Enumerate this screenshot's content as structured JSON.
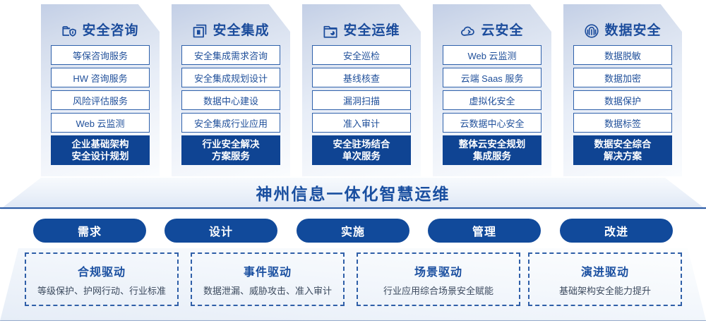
{
  "pillars": [
    {
      "icon": "folder-shield-icon",
      "title": "安全咨询",
      "items": [
        "等保咨询服务",
        "HW 咨询服务",
        "风险评估服务",
        "Web 云监测"
      ],
      "highlight_line1": "企业基础架构",
      "highlight_line2": "安全设计规划"
    },
    {
      "icon": "document-stack-icon",
      "title": "安全集成",
      "items": [
        "安全集成需求咨询",
        "安全集成规划设计",
        "数据中心建设",
        "安全集成行业应用"
      ],
      "highlight_line1": "行业安全解决",
      "highlight_line2": "方案服务"
    },
    {
      "icon": "folder-chart-icon",
      "title": "安全运维",
      "items": [
        "安全巡检",
        "基线核查",
        "漏洞扫描",
        "准入审计"
      ],
      "highlight_line1": "安全驻场结合",
      "highlight_line2": "单次服务"
    },
    {
      "icon": "cloud-lock-icon",
      "title": "云安全",
      "items": [
        "Web 云监测",
        "云端 Saas 服务",
        "虚拟化安全",
        "云数据中心安全"
      ],
      "highlight_line1": "整体云安全规划",
      "highlight_line2": "集成服务"
    },
    {
      "icon": "fingerprint-icon",
      "title": "数据安全",
      "items": [
        "数据脱敏",
        "数据加密",
        "数据保护",
        "数据标签"
      ],
      "highlight_line1": "数据安全综合",
      "highlight_line2": "解决方案"
    }
  ],
  "banner": {
    "title": "神州信息一体化智慧运维"
  },
  "phases": [
    "需求",
    "设计",
    "实施",
    "管理",
    "改进"
  ],
  "drivers": [
    {
      "title": "合规驱动",
      "subtitle": "等级保护、护网行动、行业标准"
    },
    {
      "title": "事件驱动",
      "subtitle": "数据泄漏、威胁攻击、准入审计"
    },
    {
      "title": "场景驱动",
      "subtitle": "行业应用综合场景安全赋能"
    },
    {
      "title": "演进驱动",
      "subtitle": "基础架构安全能力提升"
    }
  ],
  "colors": {
    "brand_blue": "#114a9b",
    "title_blue": "#1a4fa0",
    "card_border": "#2f61ab",
    "solid_card": "#0f4493",
    "dashed_border": "#2f5fa8"
  }
}
